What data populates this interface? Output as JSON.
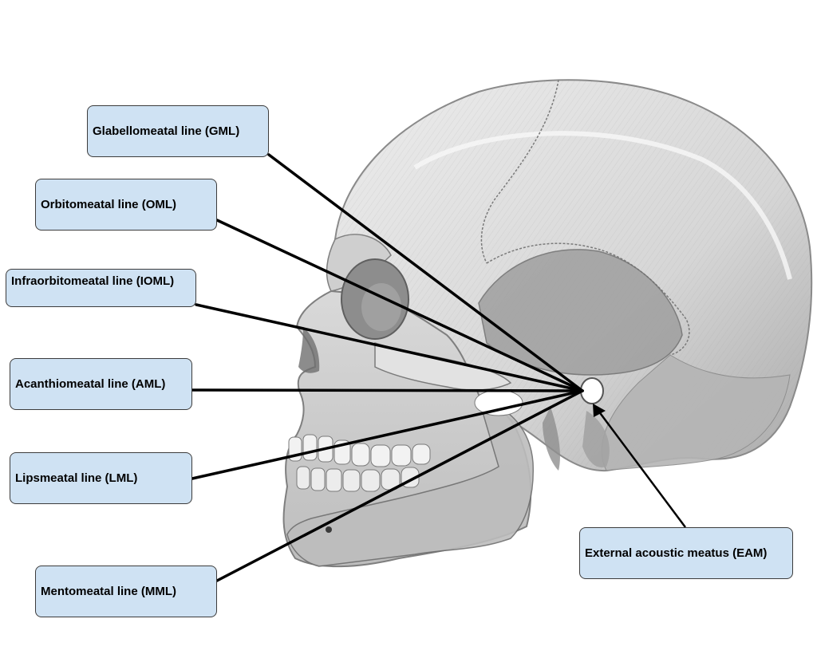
{
  "labels": {
    "gml": "Glabellomeatal line (GML)",
    "oml": "Orbitomeatal line (OML)",
    "ioml": "Infraorbitomeatal line (IOML)",
    "aml": "Acanthiomeatal line (AML)",
    "lml": "Lipsmeatal line (LML)",
    "mml": "Mentomeatal line (MML)",
    "eam": "External acoustic meatus (EAM)"
  },
  "colors": {
    "label_fill": "#cfe2f3",
    "label_border": "#3c3c3c",
    "line": "#000000",
    "skull_light": "#e6e6e6",
    "skull_mid": "#c4c4c4",
    "skull_dark": "#8a8a8a"
  },
  "illustration": "skull-lateral-view"
}
